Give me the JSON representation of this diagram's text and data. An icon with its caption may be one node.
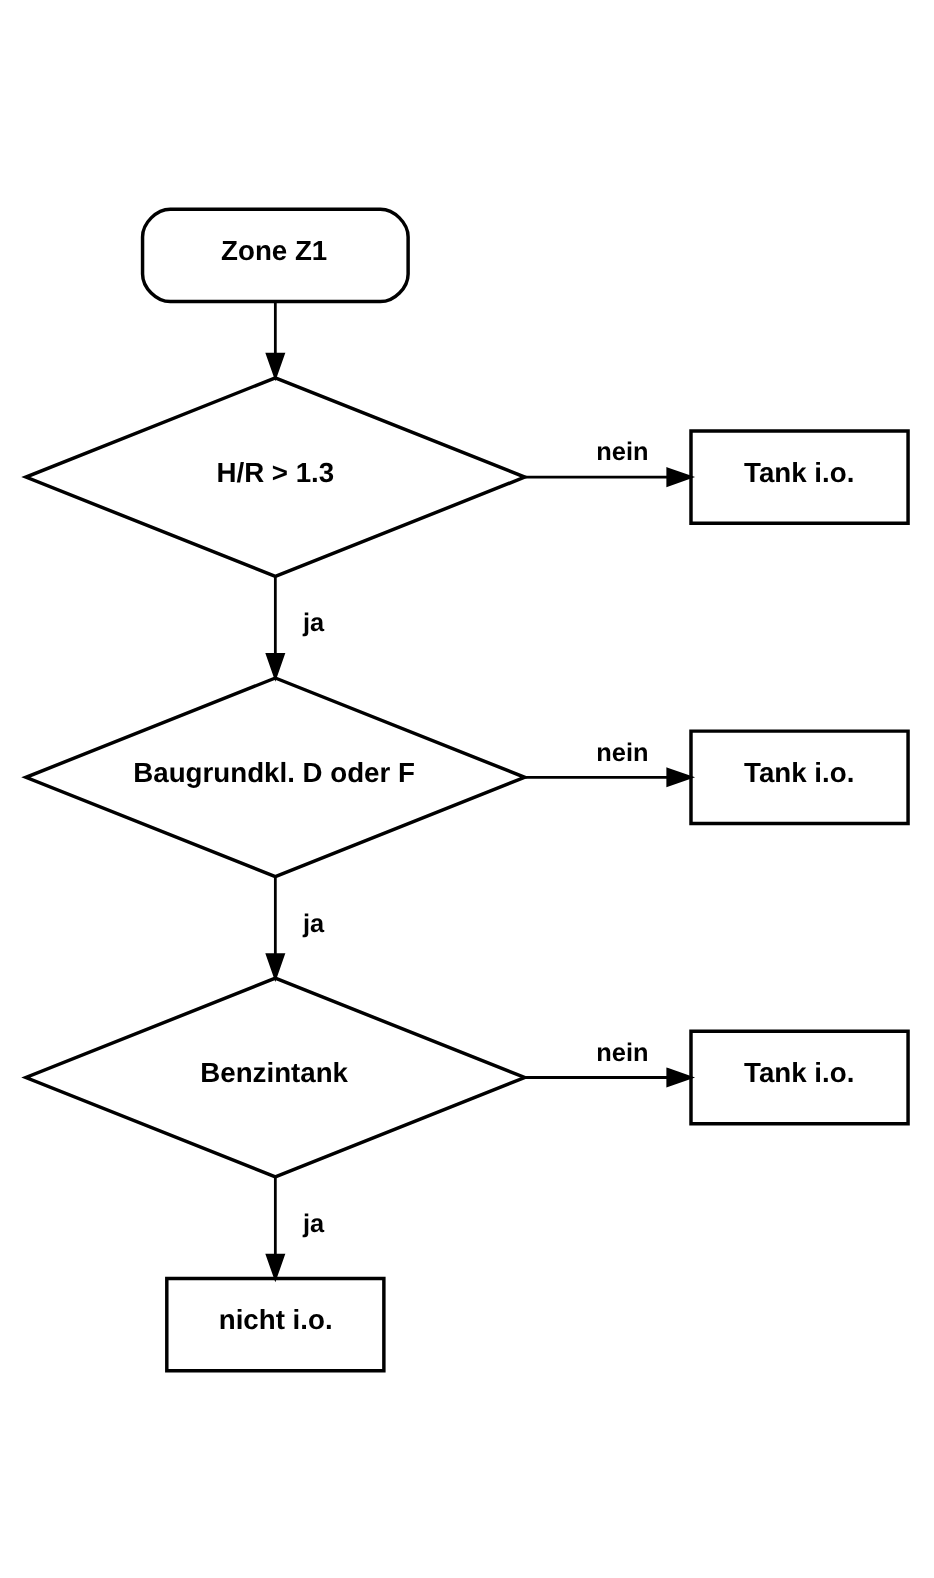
{
  "diagram": {
    "nodes": [
      {
        "text": [
          "Zone Z1"
        ]
      },
      {
        "text": [
          "H/R > 1.3"
        ]
      },
      {
        "text": [
          "Tank i.o."
        ]
      },
      {
        "text": [
          "Baugrundkl. D oder F"
        ]
      },
      {
        "text": [
          "Tank i.o."
        ]
      },
      {
        "text": [
          "Benzintank"
        ]
      },
      {
        "text": [
          "Tank i.o."
        ]
      },
      {
        "text": [
          "nicht i.o."
        ]
      }
    ],
    "edges": [
      {
        "from": 0,
        "to": 1,
        "arrow": "to"
      },
      {
        "from": 1,
        "to": 2,
        "arrow": "to",
        "label": "nein"
      },
      {
        "from": 1,
        "to": 3,
        "arrow": "to",
        "label": "ja"
      },
      {
        "from": 3,
        "to": 4,
        "arrow": "to",
        "label": "nein"
      },
      {
        "from": 3,
        "to": 5,
        "arrow": "to",
        "label": "ja"
      },
      {
        "from": 5,
        "to": 6,
        "arrow": "to",
        "label": "nein"
      },
      {
        "from": 5,
        "to": 7,
        "arrow": "to",
        "label": "ja"
      }
    ]
  }
}
